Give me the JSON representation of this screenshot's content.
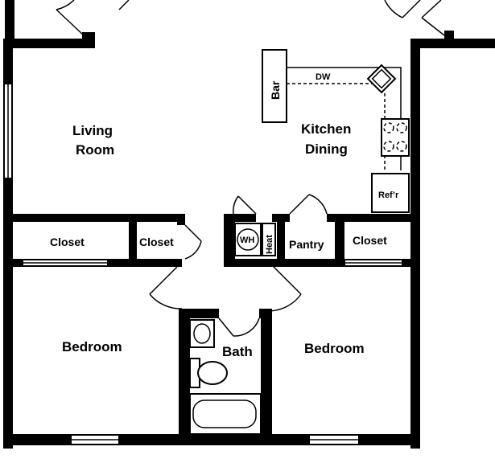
{
  "rooms": {
    "living_line1": "Living",
    "living_line2": "Room",
    "kitchen_line1": "Kitchen",
    "kitchen_line2": "Dining",
    "bedroom_left": "Bedroom",
    "bedroom_right": "Bedroom",
    "bath": "Bath",
    "closet_left": "Closet",
    "closet_middle": "Closet",
    "closet_right": "Closet",
    "pantry": "Pantry"
  },
  "fixtures": {
    "bar": "Bar",
    "dishwasher": "DW",
    "water_heater": "WH",
    "heat": "Heat",
    "refrigerator": "Ref’r"
  }
}
